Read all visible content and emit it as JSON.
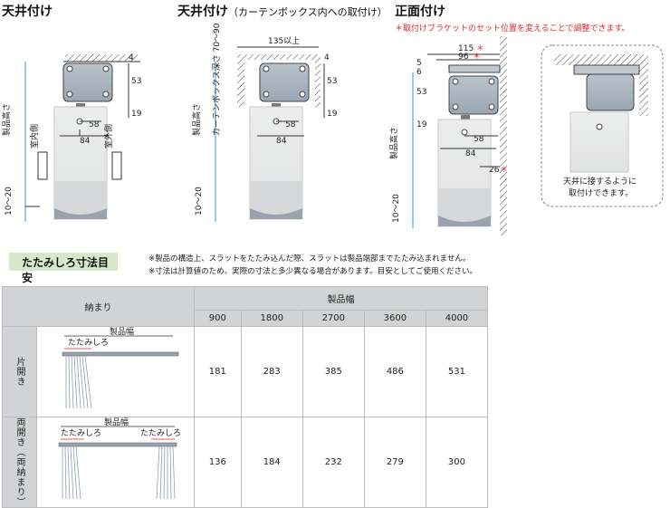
{
  "sections": {
    "ceiling": {
      "title": "天井付け"
    },
    "ceiling_box": {
      "title": "天井付け",
      "sub": "（カーテンボックス内への取付け）"
    },
    "front": {
      "title": "正面付け",
      "note": "＊取付けブラケットのセット位置を変えることで調整できます。"
    }
  },
  "diagram_labels": {
    "d1": {
      "w58": "58",
      "w84": "84",
      "h4": "4",
      "h53": "53",
      "h19": "19",
      "bottom": "10〜20",
      "product_height": "製品高さ",
      "indoor": "室内側",
      "outdoor": "室外側"
    },
    "d2": {
      "w135": "135以上",
      "w58": "58",
      "w84": "84",
      "h4": "4",
      "h53": "53",
      "h19": "19",
      "bottom": "10〜20",
      "product_height": "製品高さ",
      "box_depth": "カーテンボックス深さ 70〜90"
    },
    "d3": {
      "w115": "115",
      "w96": "96",
      "star": "＊",
      "h5": "5",
      "h6": "6",
      "h53": "53",
      "h19": "19",
      "w58": "58",
      "w84": "84",
      "w26": "26",
      "bottom": "10〜20",
      "product_height": "製品高さ"
    },
    "detail": {
      "line1": "天井に接するように",
      "line2": "取付けできます。"
    }
  },
  "folding": {
    "title": "たたみしろ寸法目安",
    "notes": [
      "※製品の構造上、スラットをたたみ込んだ際、スラットは製品端部までたたみ込まれません。",
      "※寸法は計算値のため、実際の寸法と多少異なる場合があります。目安としてご使用ください。"
    ]
  },
  "table": {
    "col_header_left": "納まり",
    "col_header_group": "製品幅",
    "widths": [
      "900",
      "1800",
      "2700",
      "3600",
      "4000"
    ],
    "rows": [
      {
        "label": "片開き",
        "fig_width": "製品幅",
        "fig_fold": "たたみしろ",
        "values": [
          "181",
          "283",
          "385",
          "486",
          "531"
        ]
      },
      {
        "label": "両開き（両納まり）",
        "fig_width": "製品幅",
        "fig_fold_l": "たたみしろ",
        "fig_fold_r": "たたみしろ",
        "values": [
          "136",
          "184",
          "232",
          "279",
          "300"
        ]
      }
    ]
  },
  "colors": {
    "accent_red": "#e0262b",
    "band_green": "#d7e7ca",
    "header_gray": "#d1d3d4",
    "blind_gray": "#e4e5e6",
    "dim_blue": "#2a9fd6"
  }
}
